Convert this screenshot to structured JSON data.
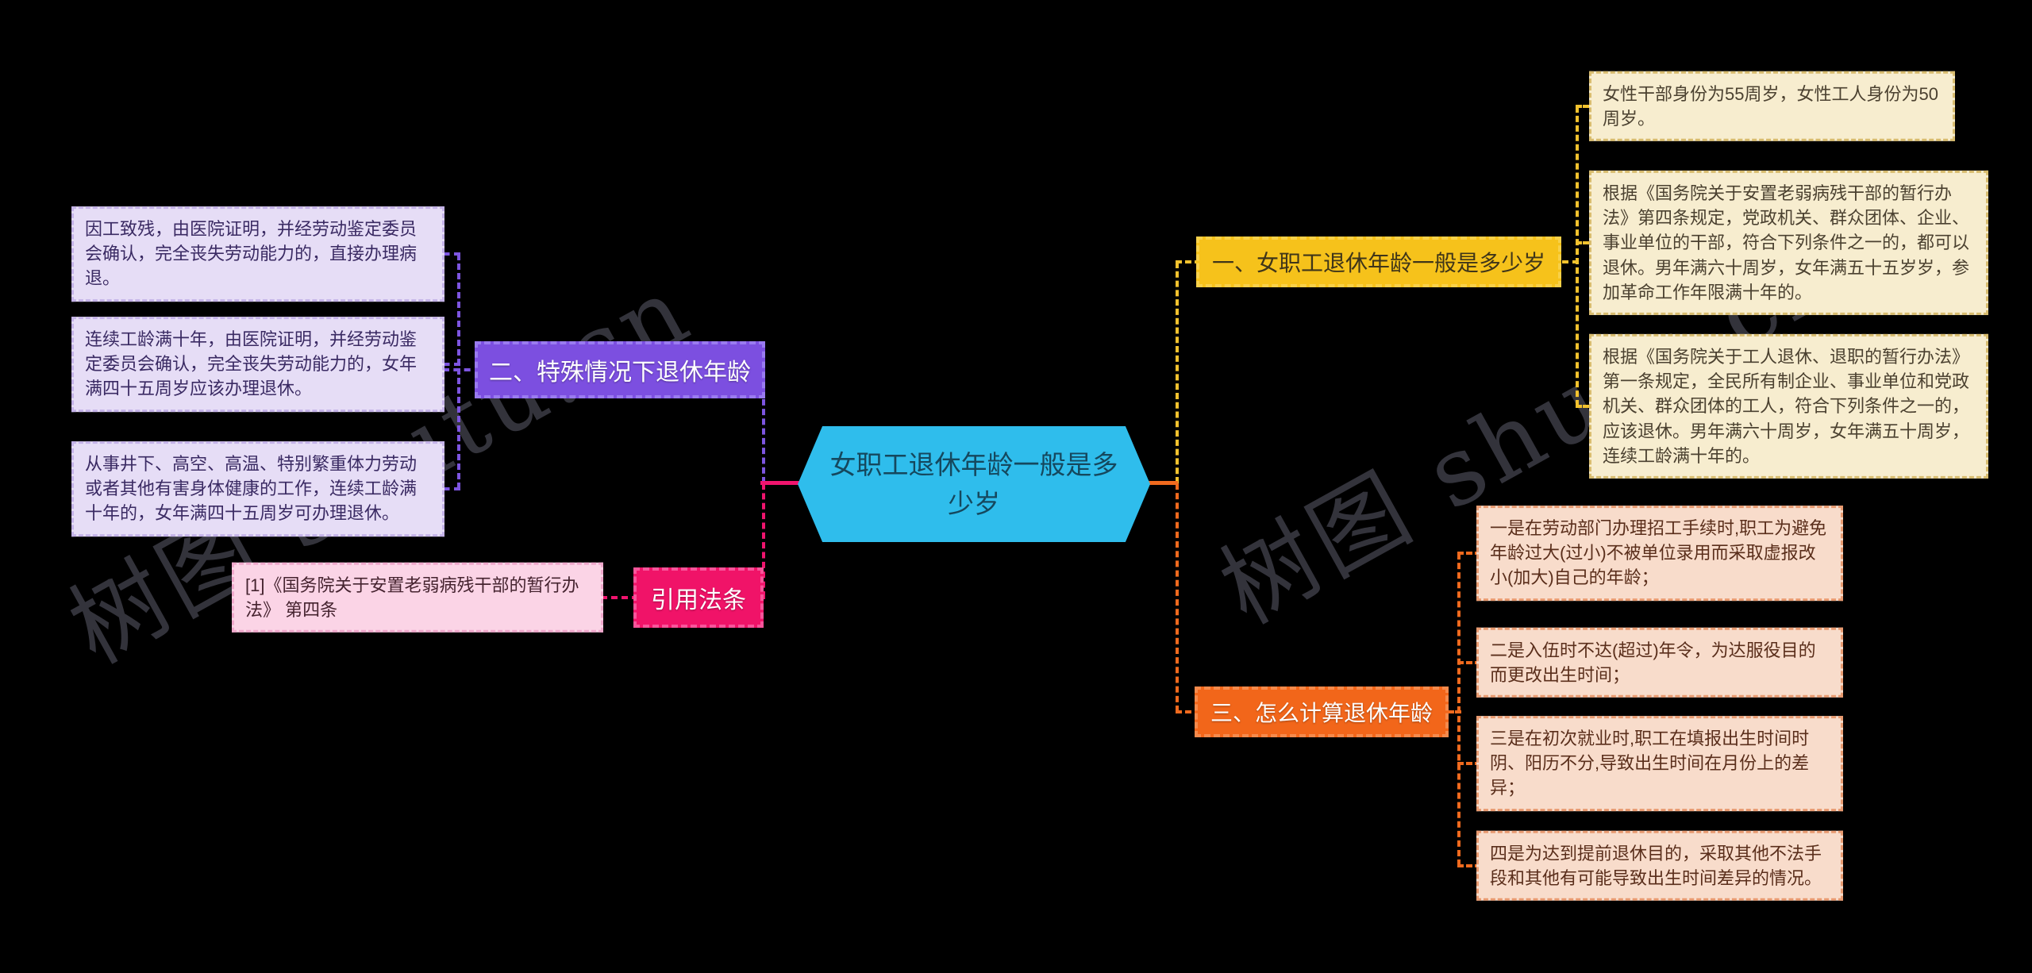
{
  "root": {
    "label": "女职工退休年龄一般是多少岁"
  },
  "watermark": {
    "text": "树图 shutu.cn"
  },
  "branches": {
    "general": {
      "label": "一、女职工退休年龄一般是多少岁",
      "children": [
        "女性干部身份为55周岁，女性工人身份为50周岁。",
        "根据《国务院关于安置老弱病残干部的暂行办法》第四条规定，党政机关、群众团体、企业、事业单位的干部，符合下列条件之一的，都可以退休。男年满六十周岁，女年满五十五岁岁，参加革命工作年限满十年的。",
        "根据《国务院关于工人退休、退职的暂行办法》第一条规定，全民所有制企业、事业单位和党政机关、群众团体的工人，符合下列条件之一的，应该退休。男年满六十周岁，女年满五十周岁，连续工龄满十年的。"
      ]
    },
    "special": {
      "label": "二、特殊情况下退休年龄",
      "children": [
        "因工致残，由医院证明，并经劳动鉴定委员会确认，完全丧失劳动能力的，直接办理病退。",
        "连续工龄满十年，由医院证明，并经劳动鉴定委员会确认，完全丧失劳动能力的，女年满四十五周岁应该办理退休。",
        "从事井下、高空、高温、特别繁重体力劳动或者其他有害身体健康的工作，连续工龄满十年的，女年满四十五周岁可办理退休。"
      ]
    },
    "law": {
      "label": "引用法条",
      "children": [
        "[1]《国务院关于安置老弱病残干部的暂行办法》 第四条"
      ]
    },
    "calc": {
      "label": "三、怎么计算退休年龄",
      "children": [
        "一是在劳动部门办理招工手续时,职工为避免年龄过大(过小)不被单位录用而采取虚报改小(加大)自己的年龄；",
        "二是入伍时不达(超过)年令，为达服役目的而更改出生时间；",
        "三是在初次就业时,职工在填报出生时间时阴、阳历不分,导致出生时间在月份上的差异；",
        "四是为达到提前退休目的，采取其他不法手段和其他有可能导致出生时间差异的情况。"
      ]
    }
  },
  "colors": {
    "background": "#000000",
    "root_fill": "#2FBDEC",
    "root_text": "#15485E",
    "branch_general_fill": "#F6C21B",
    "branch_special_fill": "#7C4FE0",
    "branch_law_fill": "#F01368",
    "branch_calc_fill": "#F2661A",
    "leaf_general_fill": "#F7EDCF",
    "leaf_special_fill": "#E6DDF6",
    "leaf_law_fill": "#FBD4E6",
    "leaf_calc_fill": "#F8DCCB"
  }
}
